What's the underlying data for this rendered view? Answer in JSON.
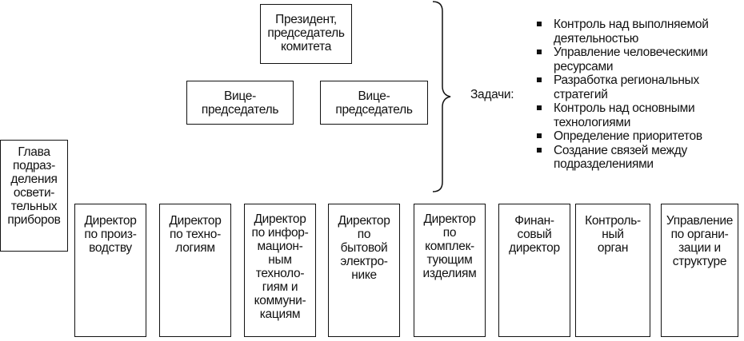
{
  "president": "Президент,\nпредседатель\nкомитета",
  "vice_chairs": [
    "Вице-\nпредседатель",
    "Вице-\nпредседатель"
  ],
  "head_lighting": "Глава\nподраз-\nделения\nосвети-\nтельных\nприборов",
  "directors": [
    "Директор\nпо произ-\nводству",
    "Директор\nпо техно-\nлогиям",
    "Директор\nпо инфор-\nмацион-\nным\nтехноло-\nгиям и\nкоммуни-\nкациям",
    "Директор\nпо\nбытовой\nэлектро-\nнике",
    "Директор\nпо\nкомплек-\nтующим\nизделиям",
    "Финан-\nсовый\nдиректор",
    "Контроль-\nный\nорган",
    "Управление\nпо органи-\nзации и\nструктуре"
  ],
  "tasks_label": "Задачи:",
  "tasks": [
    "Контроль над выполняемой\nдеятельностью",
    "Управление человеческими\nресурсами",
    "Разработка региональных\nстратегий",
    "Контроль над основными\nтехнологиями",
    "Определение приоритетов",
    "Создание связей между\nподразделениями"
  ]
}
